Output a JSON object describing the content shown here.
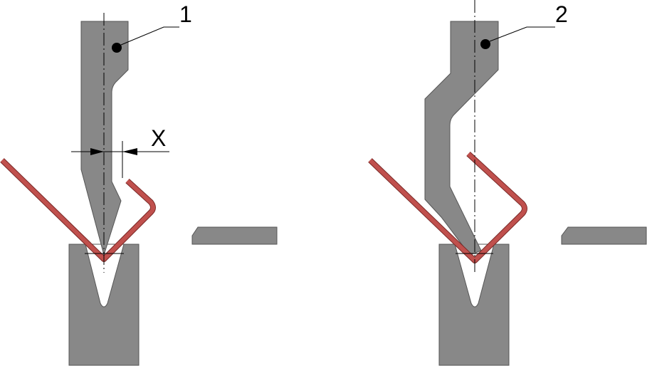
{
  "labels": {
    "tool_1": "1",
    "tool_2": "2",
    "dimension_x": "X"
  },
  "colors": {
    "tool": "#888888",
    "sheet": "#c0504d"
  }
}
